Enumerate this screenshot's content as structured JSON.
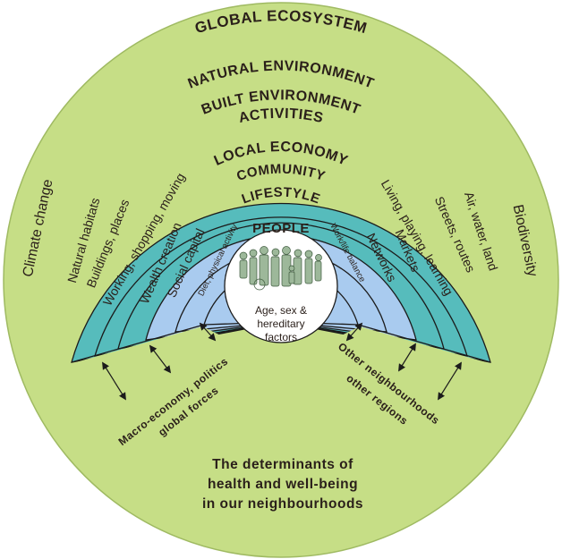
{
  "outer": {
    "title": "GLOBAL ECOSYSTEM",
    "left_label": "Climate change",
    "right_label": "Biodiversity"
  },
  "bands": {
    "natural": "NATURAL ENVIRONMENT",
    "built": "BUILT ENVIRONMENT",
    "activities": "ACTIVITIES",
    "local_economy": "LOCAL ECONOMY",
    "community": "COMMUNITY",
    "lifestyle": "LIFESTYLE"
  },
  "radial": {
    "natural_left": "Natural habitats",
    "natural_right": "Air, water, land",
    "built_left": "Buildings, places",
    "built_right": "Streets, routes",
    "activities_left": "Working, shopping, moving",
    "activities_right": "Living, playing, learning",
    "economy_left": "Wealth creation",
    "economy_right": "Markets",
    "community_left": "Social capital",
    "community_right": "Networks",
    "lifestyle_left": "Diet, physical activity",
    "lifestyle_right": "Work/life balance"
  },
  "people": {
    "title": "PEOPLE",
    "line1": "Age, sex &",
    "line2": "hereditary",
    "line3": "factors"
  },
  "forces": {
    "left_line1": "Macro-economy, politics",
    "left_line2": "global forces",
    "right_line1": "Other neighbourhoods",
    "right_line2": "other regions"
  },
  "caption": {
    "line1": "The determinants of",
    "line2": "health and well-being",
    "line3": "in our neighbourhoods"
  },
  "colors": {
    "global": "#c6de86",
    "teal": "#56bcbc",
    "blue": "#a9cbef",
    "stroke": "#1b1b1b",
    "text": "#2a1f1a"
  }
}
